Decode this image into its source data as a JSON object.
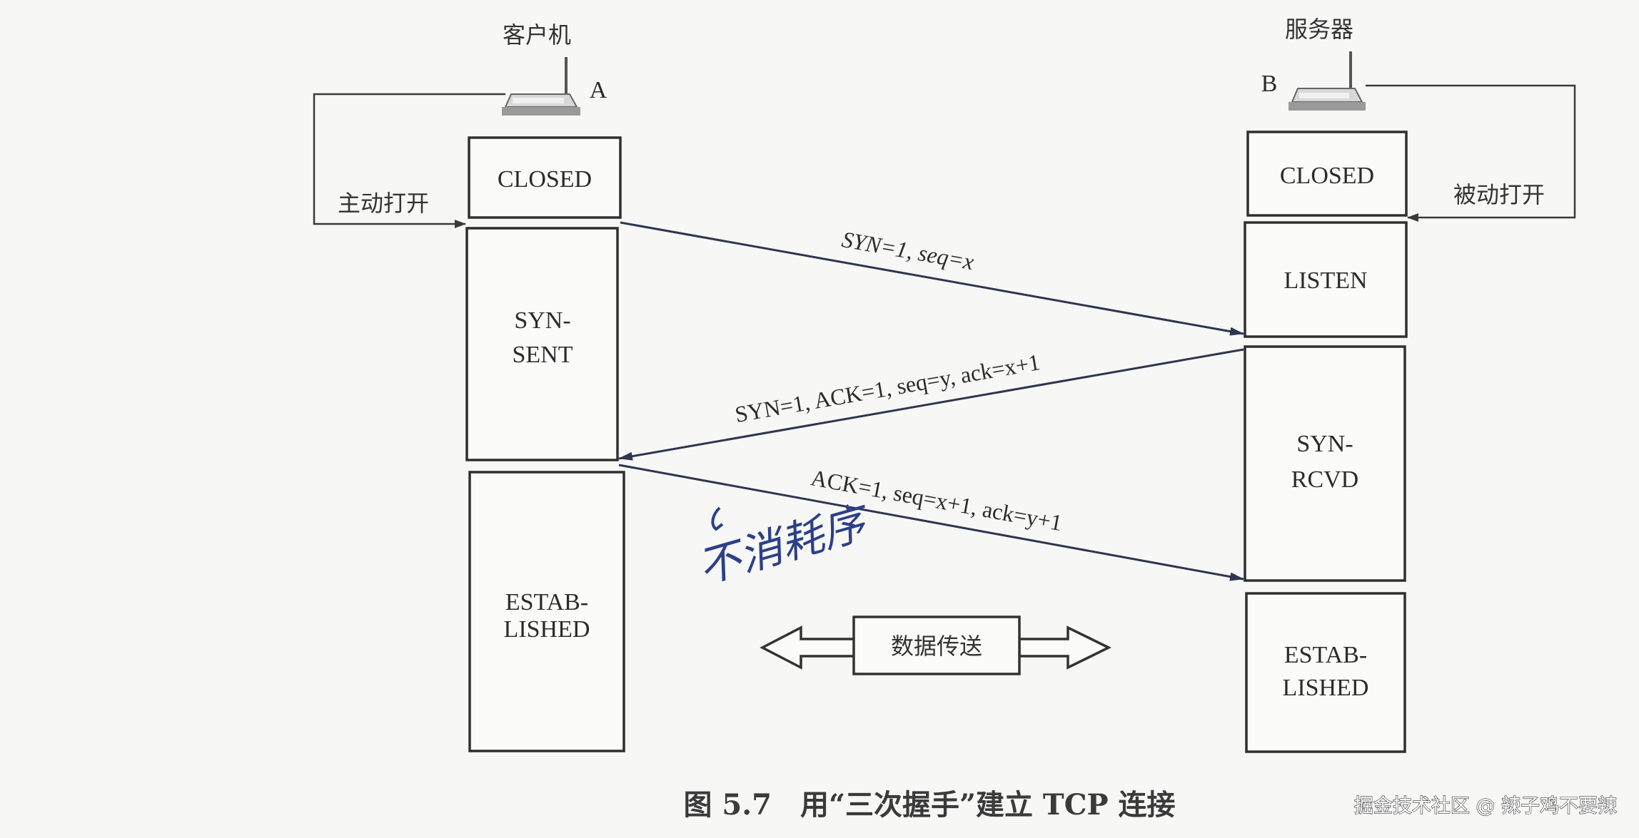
{
  "client": {
    "label": "客户机",
    "host_letter": "A",
    "open_label": "主动打开",
    "states": [
      {
        "line1": "CLOSED",
        "line2": ""
      },
      {
        "line1": "SYN-",
        "line2": "SENT"
      },
      {
        "line1": "ESTAB-",
        "line2": "LISHED"
      }
    ]
  },
  "server": {
    "label": "服务器",
    "host_letter": "B",
    "open_label": "被动打开",
    "states": [
      {
        "line1": "CLOSED",
        "line2": ""
      },
      {
        "line1": "LISTEN",
        "line2": ""
      },
      {
        "line1": "SYN-",
        "line2": "RCVD"
      },
      {
        "line1": "ESTAB-",
        "line2": "LISHED"
      }
    ]
  },
  "messages": [
    {
      "text": "SYN=1, seq=x",
      "direction": "client-to-server"
    },
    {
      "text": "SYN=1, ACK=1, seq=y, ack=x+1",
      "direction": "server-to-client"
    },
    {
      "text": "ACK=1, seq=x+1, ack=y+1",
      "direction": "client-to-server"
    }
  ],
  "data_transfer_label": "数据传送",
  "handwritten_note": "不消耗序",
  "caption": "图 5.7　用“三次握手”建立 TCP 连接",
  "watermark": "掘金技术社区 @ 辣子鸡不要辣",
  "colors": {
    "box_stroke": "#2f2f2f",
    "arrow": "#2e3550",
    "handwriting": "#2c3f8a"
  }
}
